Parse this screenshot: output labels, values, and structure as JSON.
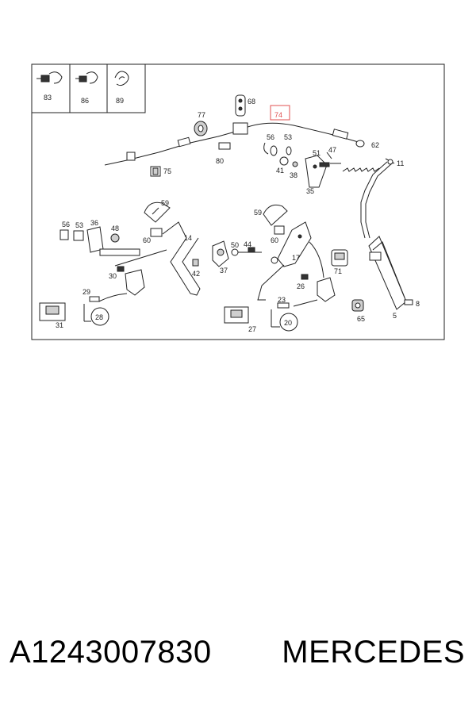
{
  "diagram": {
    "highlighted_part": "74",
    "highlight_color": "#e05050",
    "callouts": [
      "83",
      "86",
      "89",
      "68",
      "77",
      "74",
      "56",
      "53",
      "51",
      "47",
      "62",
      "80",
      "11",
      "75",
      "41",
      "38",
      "35",
      "59",
      "56",
      "53",
      "36",
      "48",
      "60",
      "14",
      "59",
      "50",
      "44",
      "60",
      "42",
      "30",
      "37",
      "17",
      "71",
      "26",
      "29",
      "28",
      "31",
      "23",
      "27",
      "20",
      "65",
      "8",
      "5"
    ]
  },
  "caption": {
    "part_number": "A1243007830",
    "brand": "MERCEDES"
  }
}
